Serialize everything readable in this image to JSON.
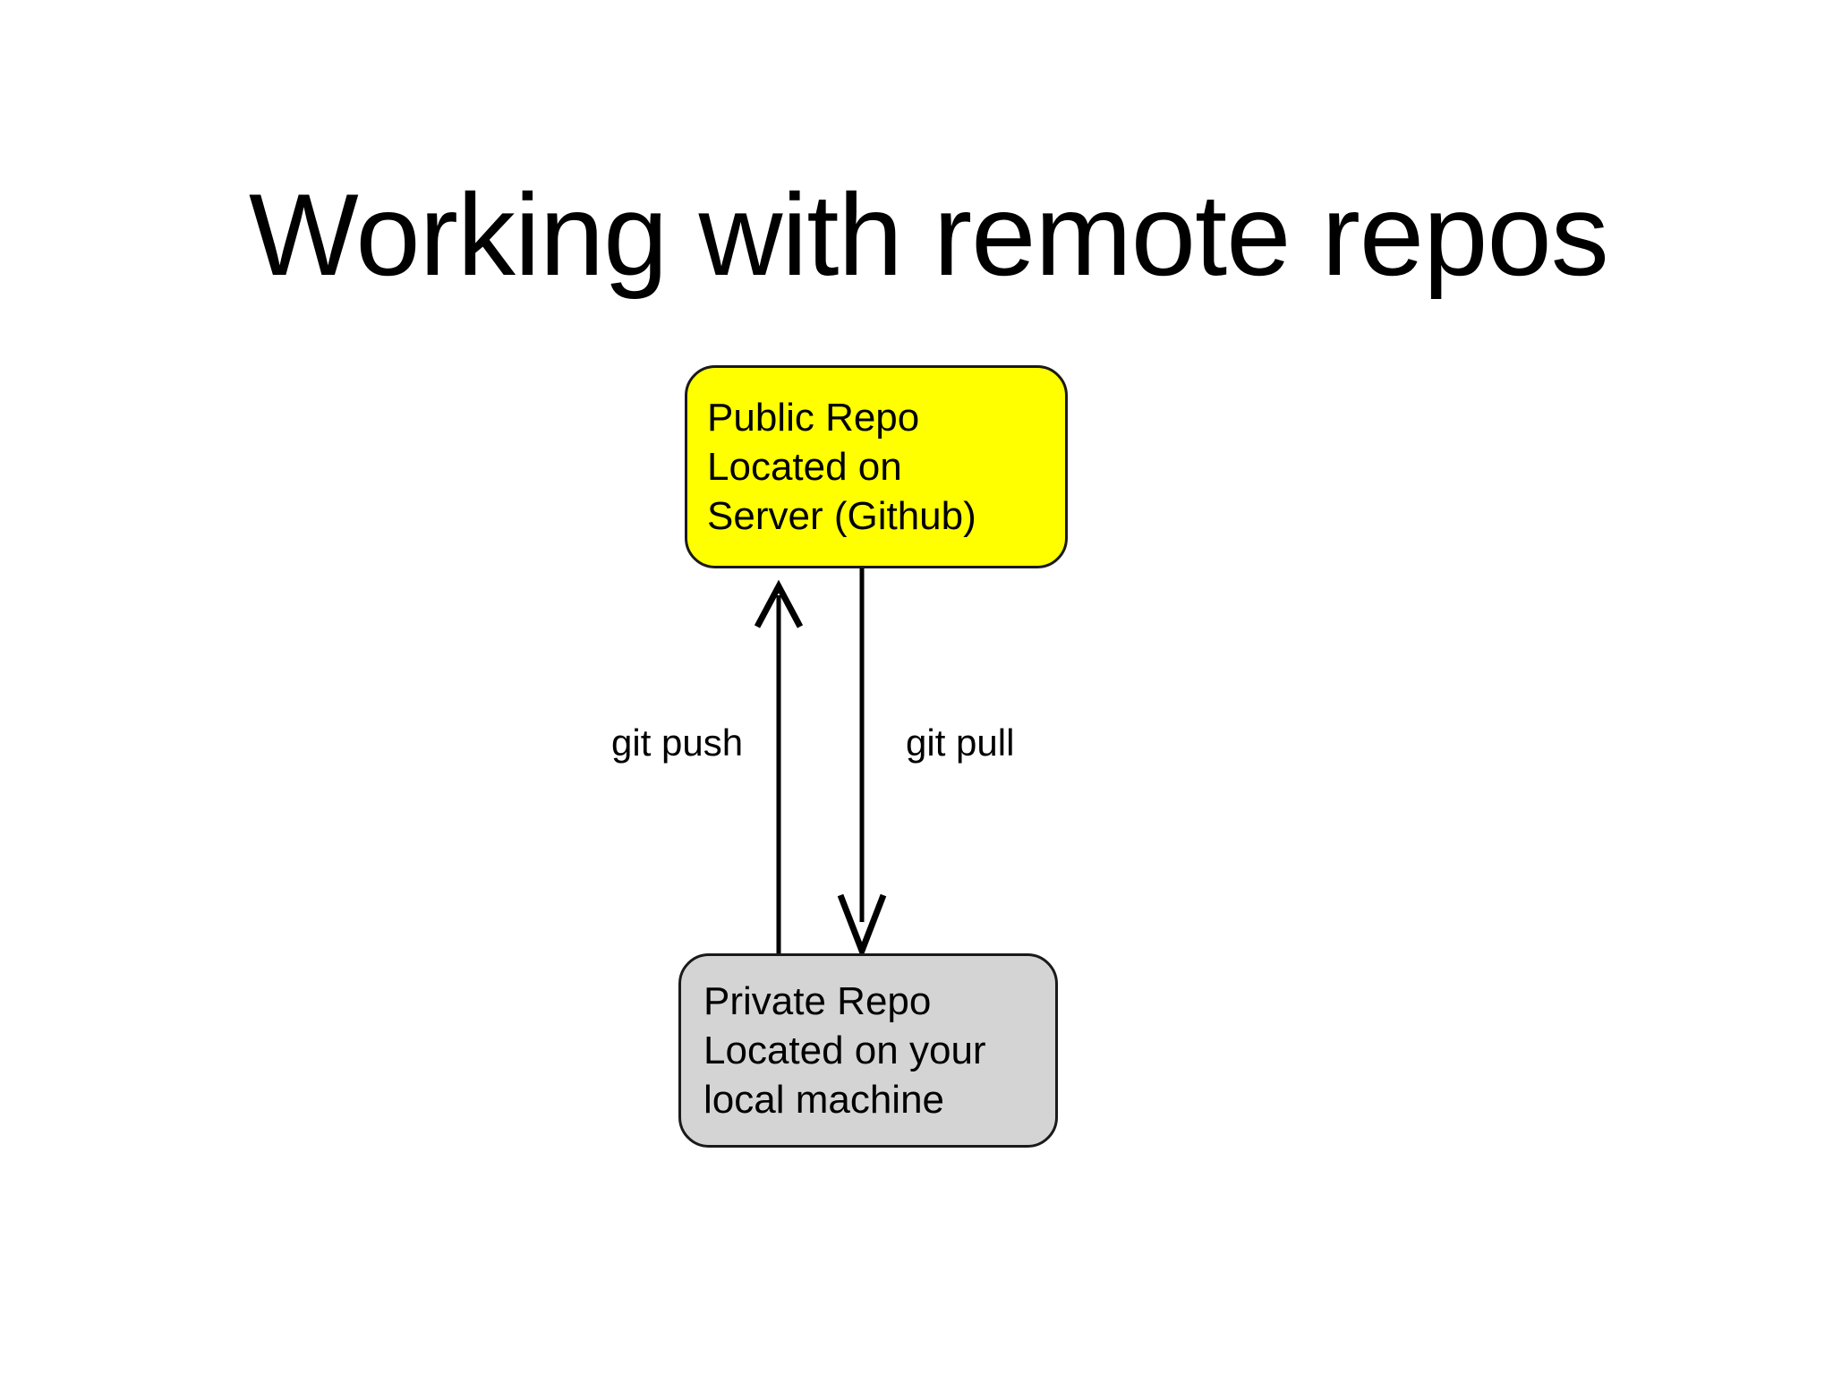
{
  "slide": {
    "title": "Working with remote repos",
    "background_color": "#FFFFFF"
  },
  "diagram": {
    "type": "flow",
    "nodes": [
      {
        "id": "public-repo",
        "lines": [
          "Public Repo",
          "Located on",
          "Server (Github)"
        ],
        "fill_color": "#FFFF00",
        "border_color": "#1A1A1A",
        "shape": "rounded-rectangle"
      },
      {
        "id": "private-repo",
        "lines": [
          "Private Repo",
          "Located on your",
          "local machine"
        ],
        "fill_color": "#D4D4D4",
        "border_color": "#1A1A1A",
        "shape": "rounded-rectangle"
      }
    ],
    "edges": [
      {
        "id": "git-push",
        "label": "git push",
        "from": "private-repo",
        "to": "public-repo",
        "direction": "up",
        "arrowhead": "open-v"
      },
      {
        "id": "git-pull",
        "label": "git pull",
        "from": "public-repo",
        "to": "private-repo",
        "direction": "down",
        "arrowhead": "open-v"
      }
    ]
  }
}
